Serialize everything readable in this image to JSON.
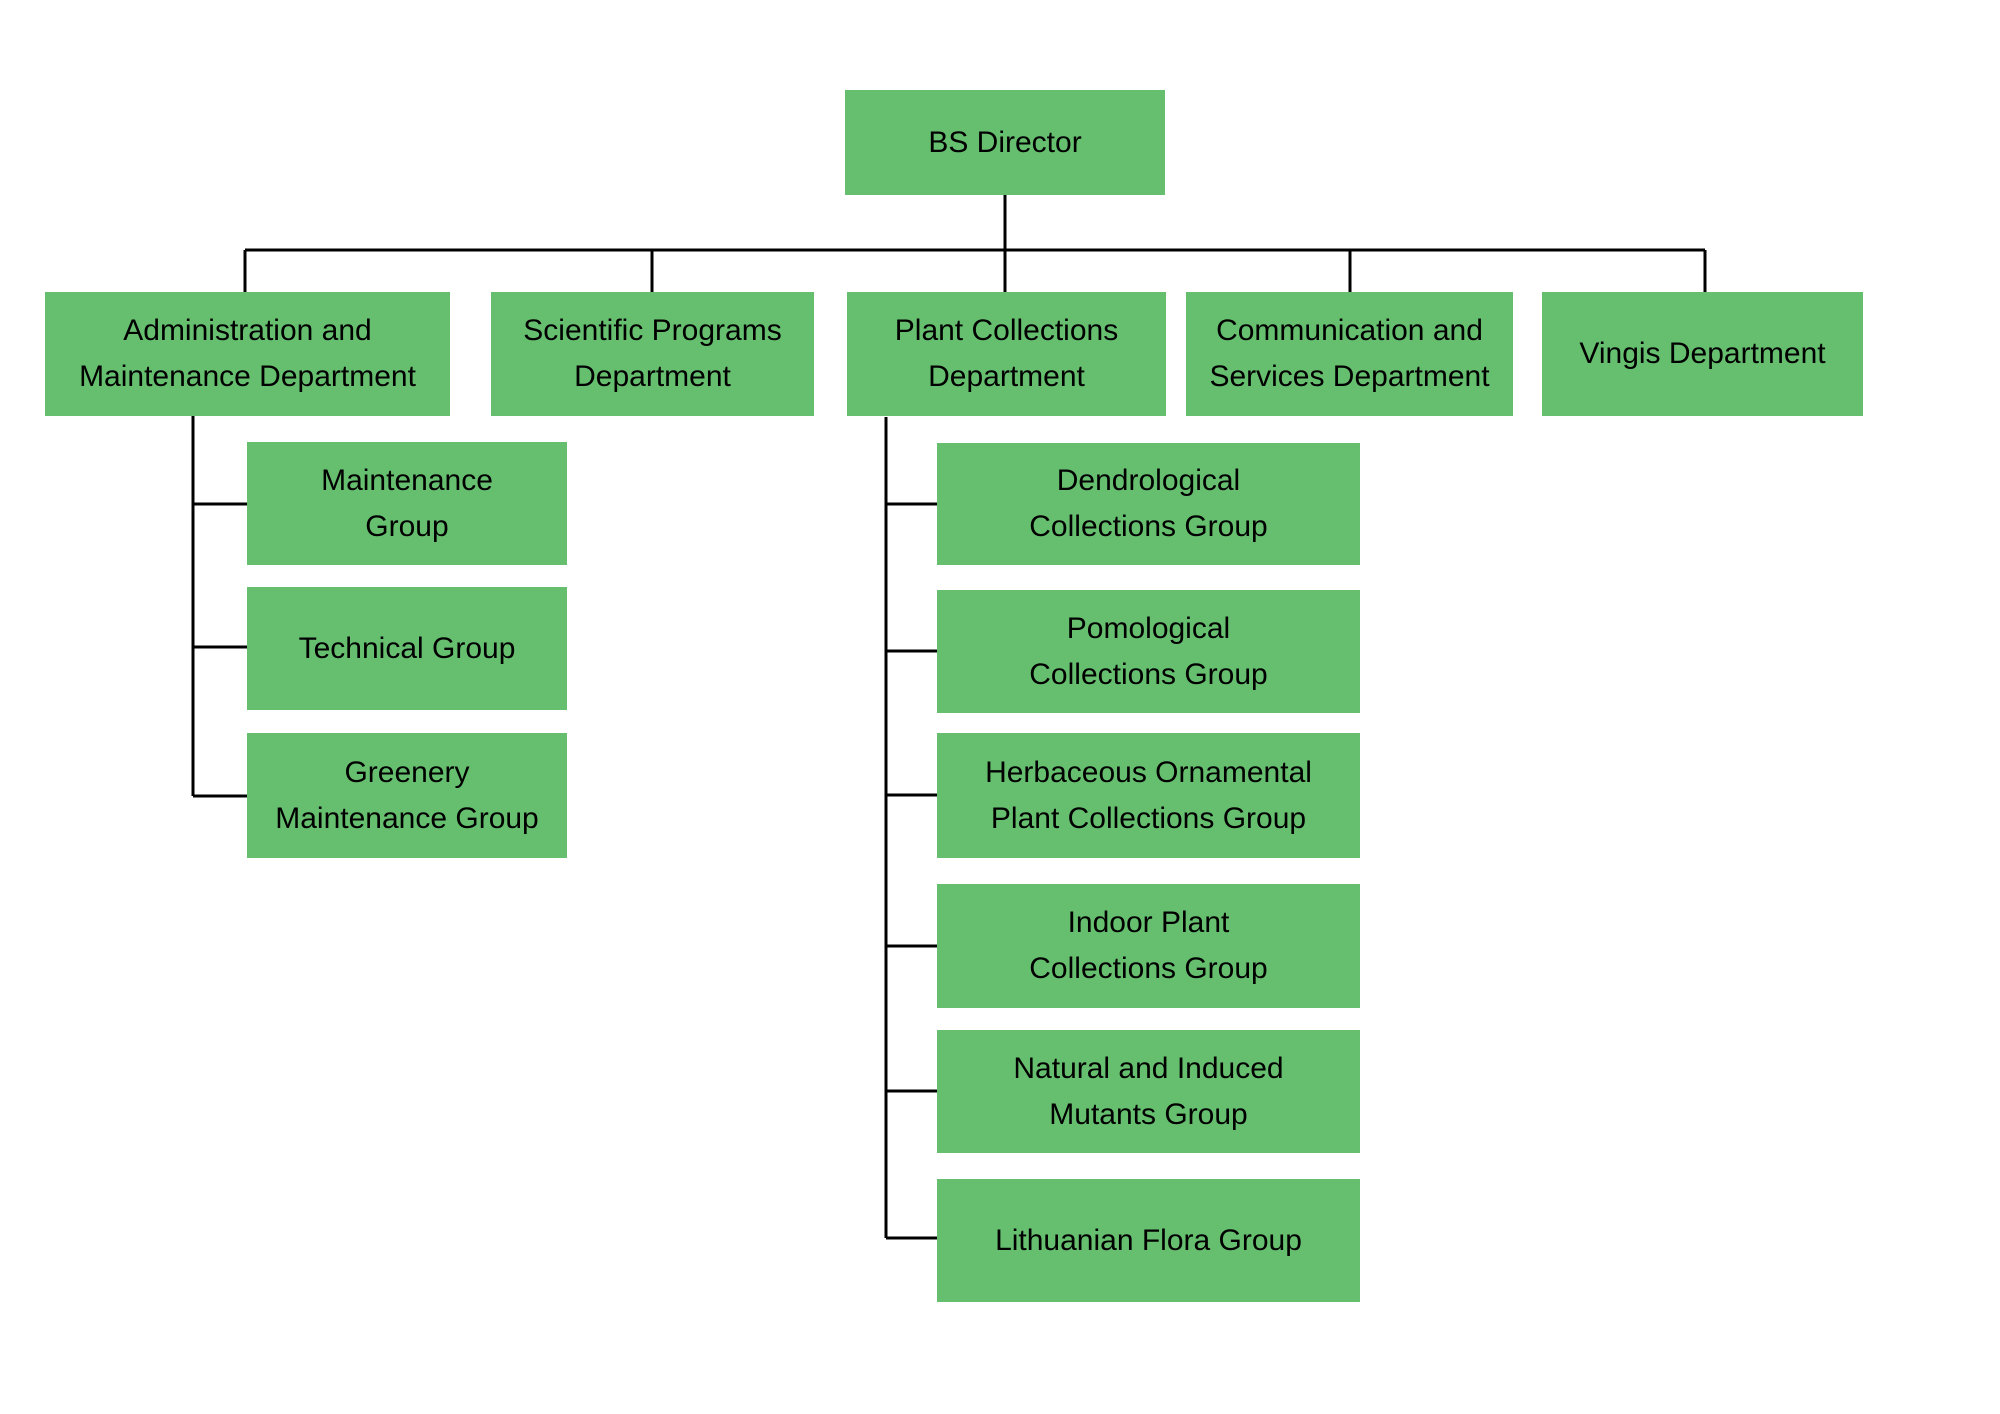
{
  "colors": {
    "node_fill": "#66BF6E",
    "node_text": "#000000",
    "connector_line": "#000000",
    "background": "#FFFFFF"
  },
  "org_chart": {
    "root": {
      "label": "BS Director"
    },
    "departments": [
      {
        "label": "Administration and\nMaintenance Department"
      },
      {
        "label": "Scientific Programs\nDepartment"
      },
      {
        "label": "Plant Collections\nDepartment"
      },
      {
        "label": "Communication and\nServices Department"
      },
      {
        "label": "Vingis Department"
      }
    ],
    "administration_children": [
      {
        "label": "Maintenance\nGroup"
      },
      {
        "label": "Technical Group"
      },
      {
        "label": "Greenery\nMaintenance Group"
      }
    ],
    "plant_collections_children": [
      {
        "label": "Dendrological\nCollections Group"
      },
      {
        "label": "Pomological\nCollections Group"
      },
      {
        "label": "Herbaceous Ornamental\nPlant Collections Group"
      },
      {
        "label": "Indoor Plant\nCollections Group"
      },
      {
        "label": "Natural and Induced\nMutants Group"
      },
      {
        "label": "Lithuanian Flora Group"
      }
    ]
  }
}
